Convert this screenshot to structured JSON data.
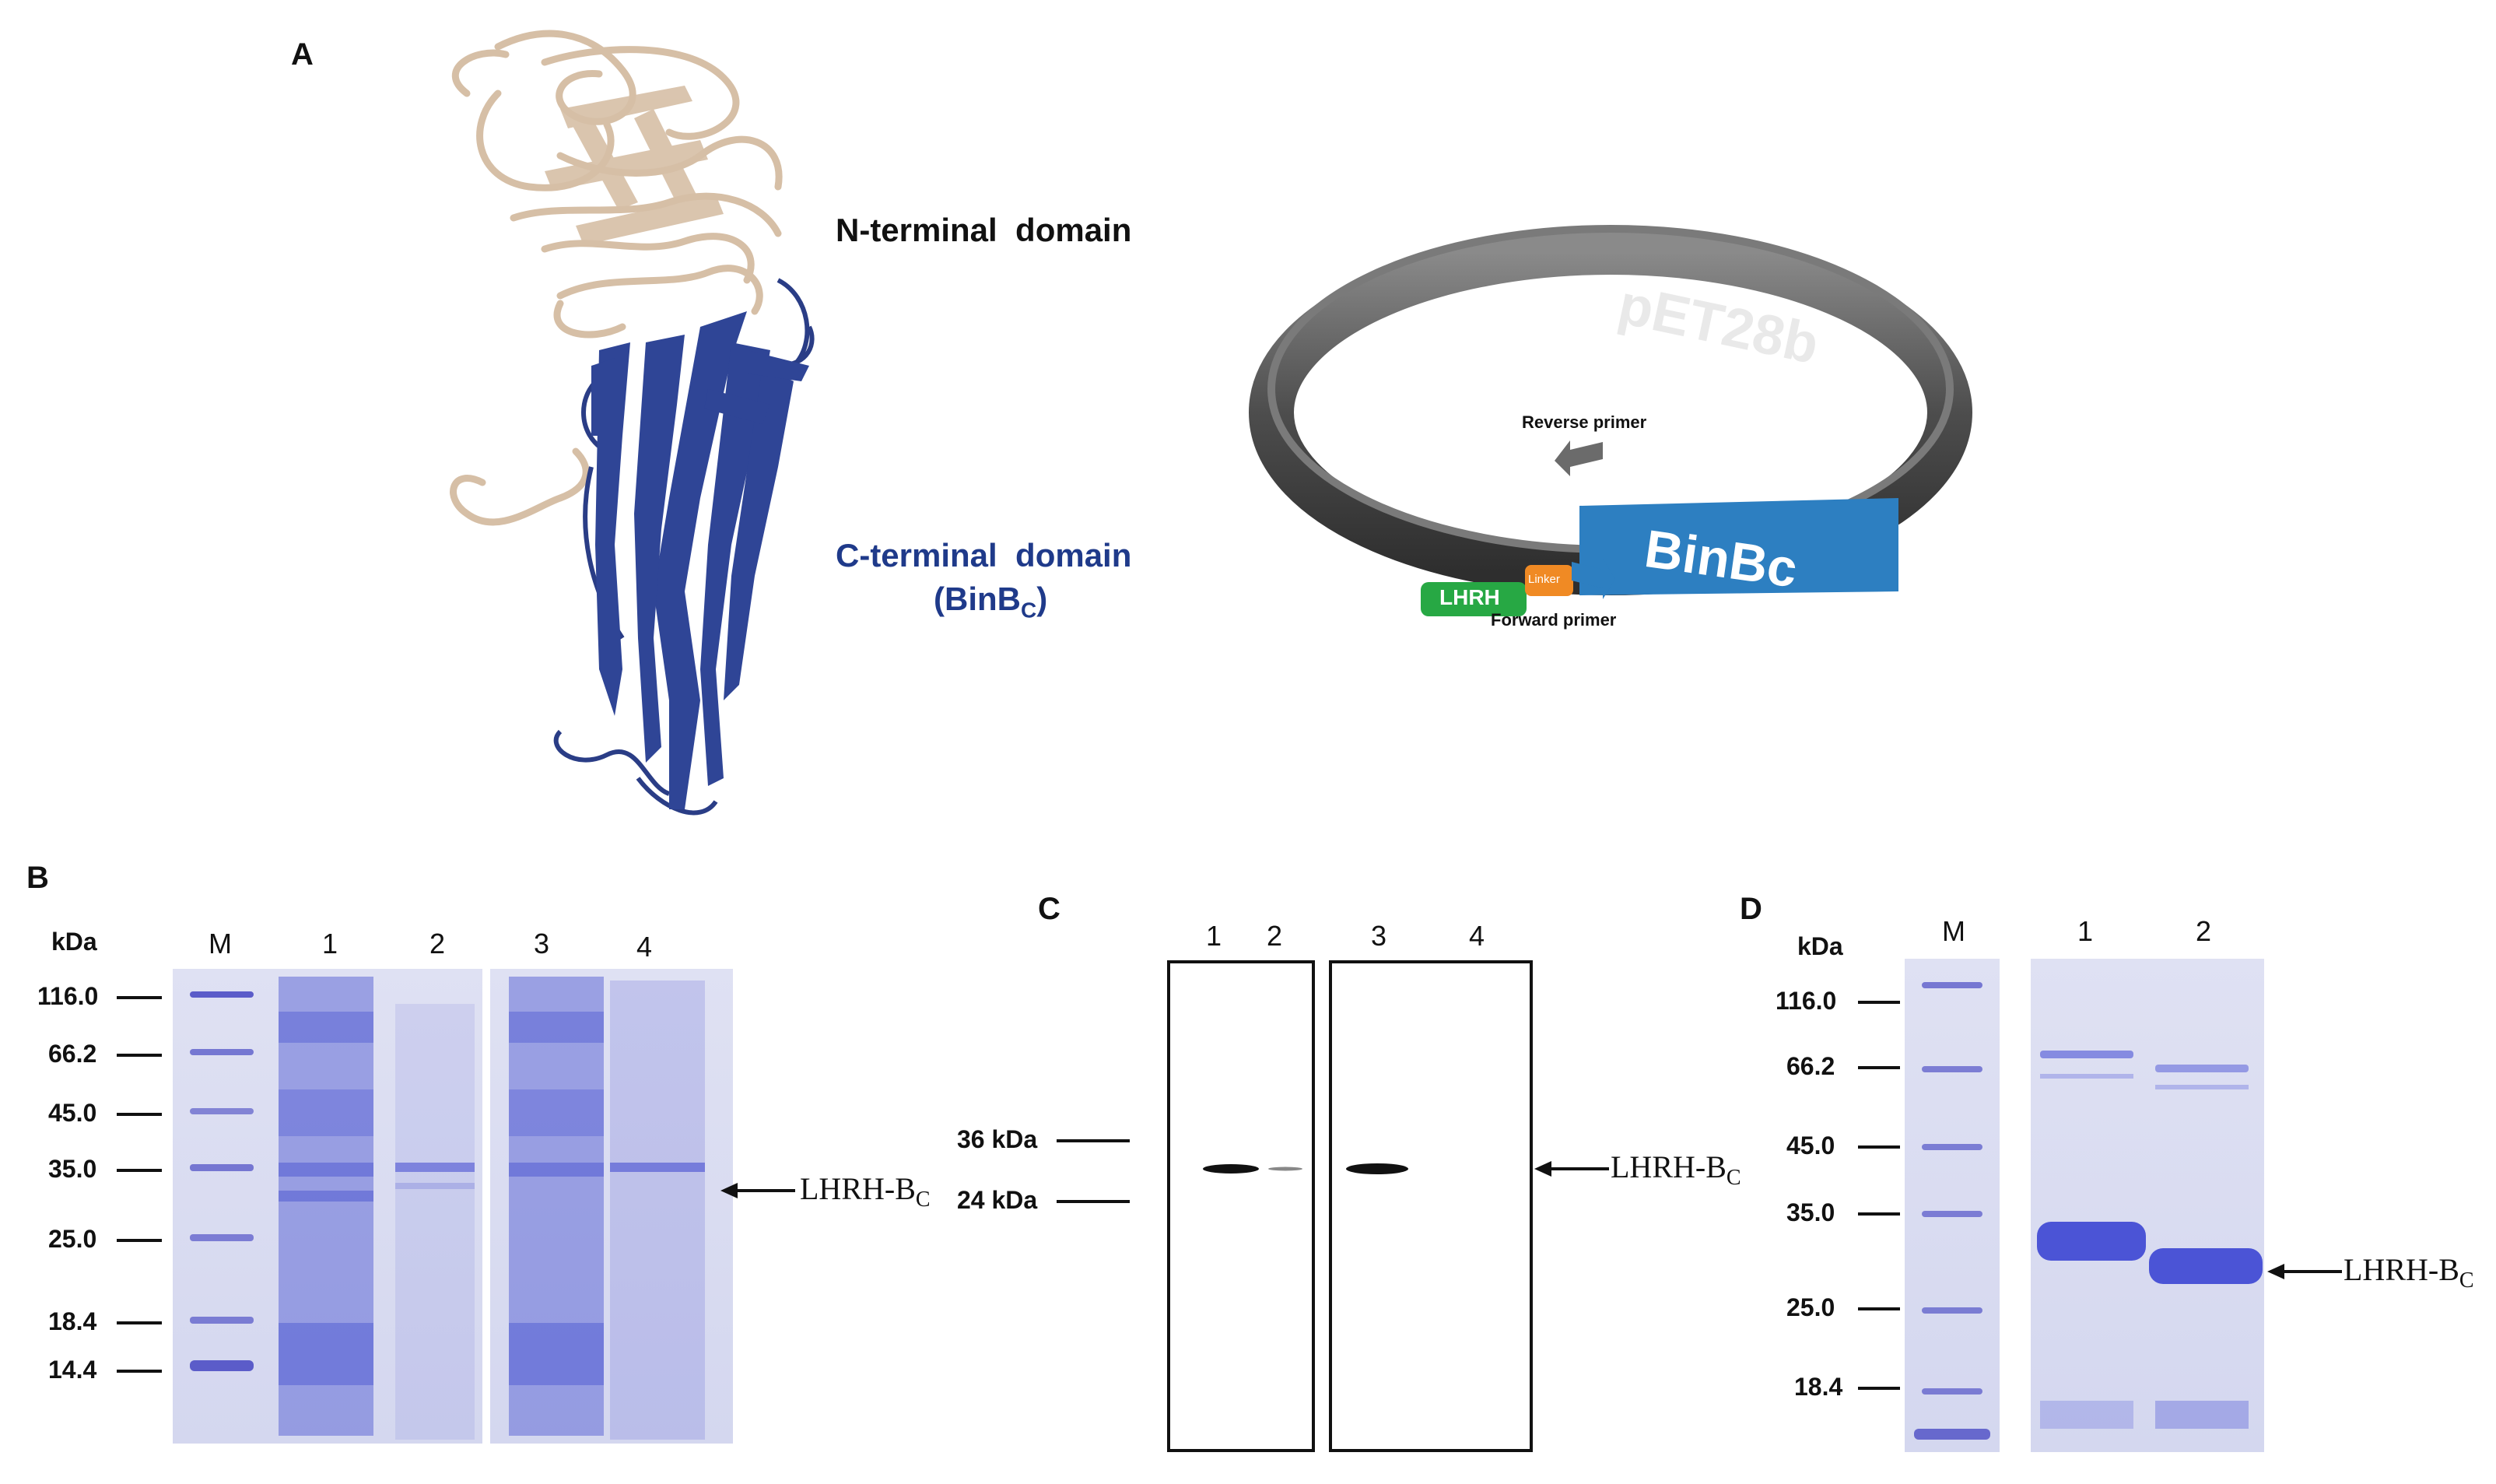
{
  "panels": {
    "A": "A",
    "B": "B",
    "C": "C",
    "D": "D"
  },
  "panel_a": {
    "n_domain": "N-terminal  domain",
    "c_domain": "C-terminal  domain",
    "c_domain_sub_main": "(BinB",
    "c_domain_sub_script": "C",
    "c_domain_sub_close": ")",
    "plasmid": "pET28b",
    "insert": "BinBc",
    "reverse_primer": "Reverse primer",
    "forward_primer": "Forward primer",
    "lhrh_tag": "LHRH",
    "linker_tag": "Linker",
    "colors": {
      "n_domain": "#d6bfa6",
      "c_domain": "#1f3a8a",
      "plasmid": "#5a5a5a",
      "insert": "#2d7fc1",
      "lhrh": "#27a844",
      "linker": "#f08a24"
    }
  },
  "panel_b": {
    "unit": "kDa",
    "lanes": [
      "M",
      "1",
      "2",
      "3",
      "4"
    ],
    "markers": [
      "116.0",
      "66.2",
      "45.0",
      "35.0",
      "25.0",
      "18.4",
      "14.4"
    ],
    "band_label_main": "LHRH-B",
    "band_label_sub": "C"
  },
  "panel_c": {
    "lanes": [
      "1",
      "2",
      "3",
      "4"
    ],
    "markers": [
      "36 kDa",
      "24 kDa"
    ],
    "band_label_main": "LHRH-B",
    "band_label_sub": "C"
  },
  "panel_d": {
    "unit": "kDa",
    "lanes": [
      "M",
      "1",
      "2"
    ],
    "markers": [
      "116.0",
      "66.2",
      "45.0",
      "35.0",
      "25.0",
      "18.4"
    ],
    "band_label_main": "LHRH-B",
    "band_label_sub": "C"
  }
}
